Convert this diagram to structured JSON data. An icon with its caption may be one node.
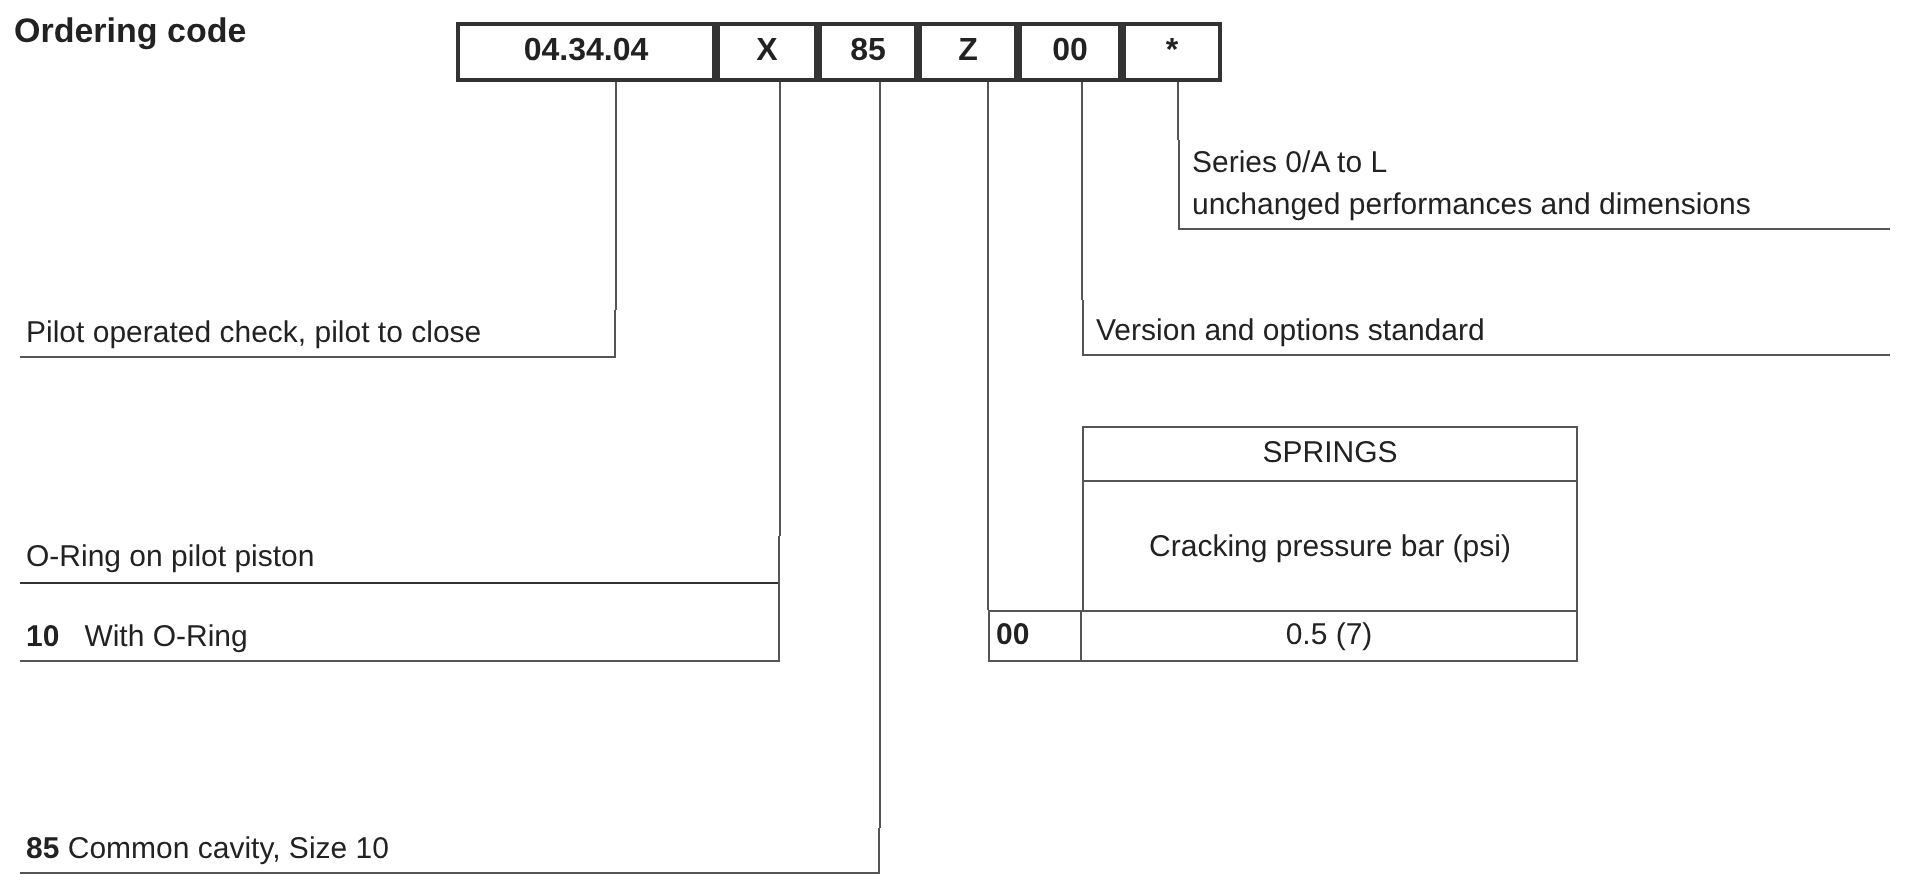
{
  "diagram": {
    "title": "Ordering code",
    "nodes": [
      {
        "text": [
          "04.34.04"
        ]
      },
      {
        "text": [
          "X"
        ]
      },
      {
        "text": [
          "85"
        ]
      },
      {
        "text": [
          "Z"
        ]
      },
      {
        "text": [
          "00"
        ]
      },
      {
        "text": [
          "*"
        ]
      },
      {
        "text": [
          "Series 0/A to L",
          "unchanged performances and dimensions"
        ]
      },
      {
        "text": [
          "Version and options standard"
        ]
      },
      {
        "text": [
          "Pilot operated check, pilot to close"
        ]
      },
      {
        "text": [
          "O-Ring on pilot piston",
          "**10**   With O-Ring"
        ]
      },
      {
        "text": [
          "**85** Common cavity, Size 10"
        ]
      },
      {
        "text": [
          "SPRINGS",
          "Cracking pressure bar (psi)",
          "00",
          "0.5 (7)"
        ]
      }
    ],
    "edges": [
      {
        "from": 0,
        "to": 8,
        "arrow": "none"
      },
      {
        "from": 1,
        "to": 9,
        "arrow": "none"
      },
      {
        "from": 2,
        "to": 10,
        "arrow": "none"
      },
      {
        "from": 3,
        "to": 11,
        "arrow": "none"
      },
      {
        "from": 4,
        "to": 7,
        "arrow": "none"
      },
      {
        "from": 5,
        "to": 6,
        "arrow": "none"
      }
    ]
  }
}
